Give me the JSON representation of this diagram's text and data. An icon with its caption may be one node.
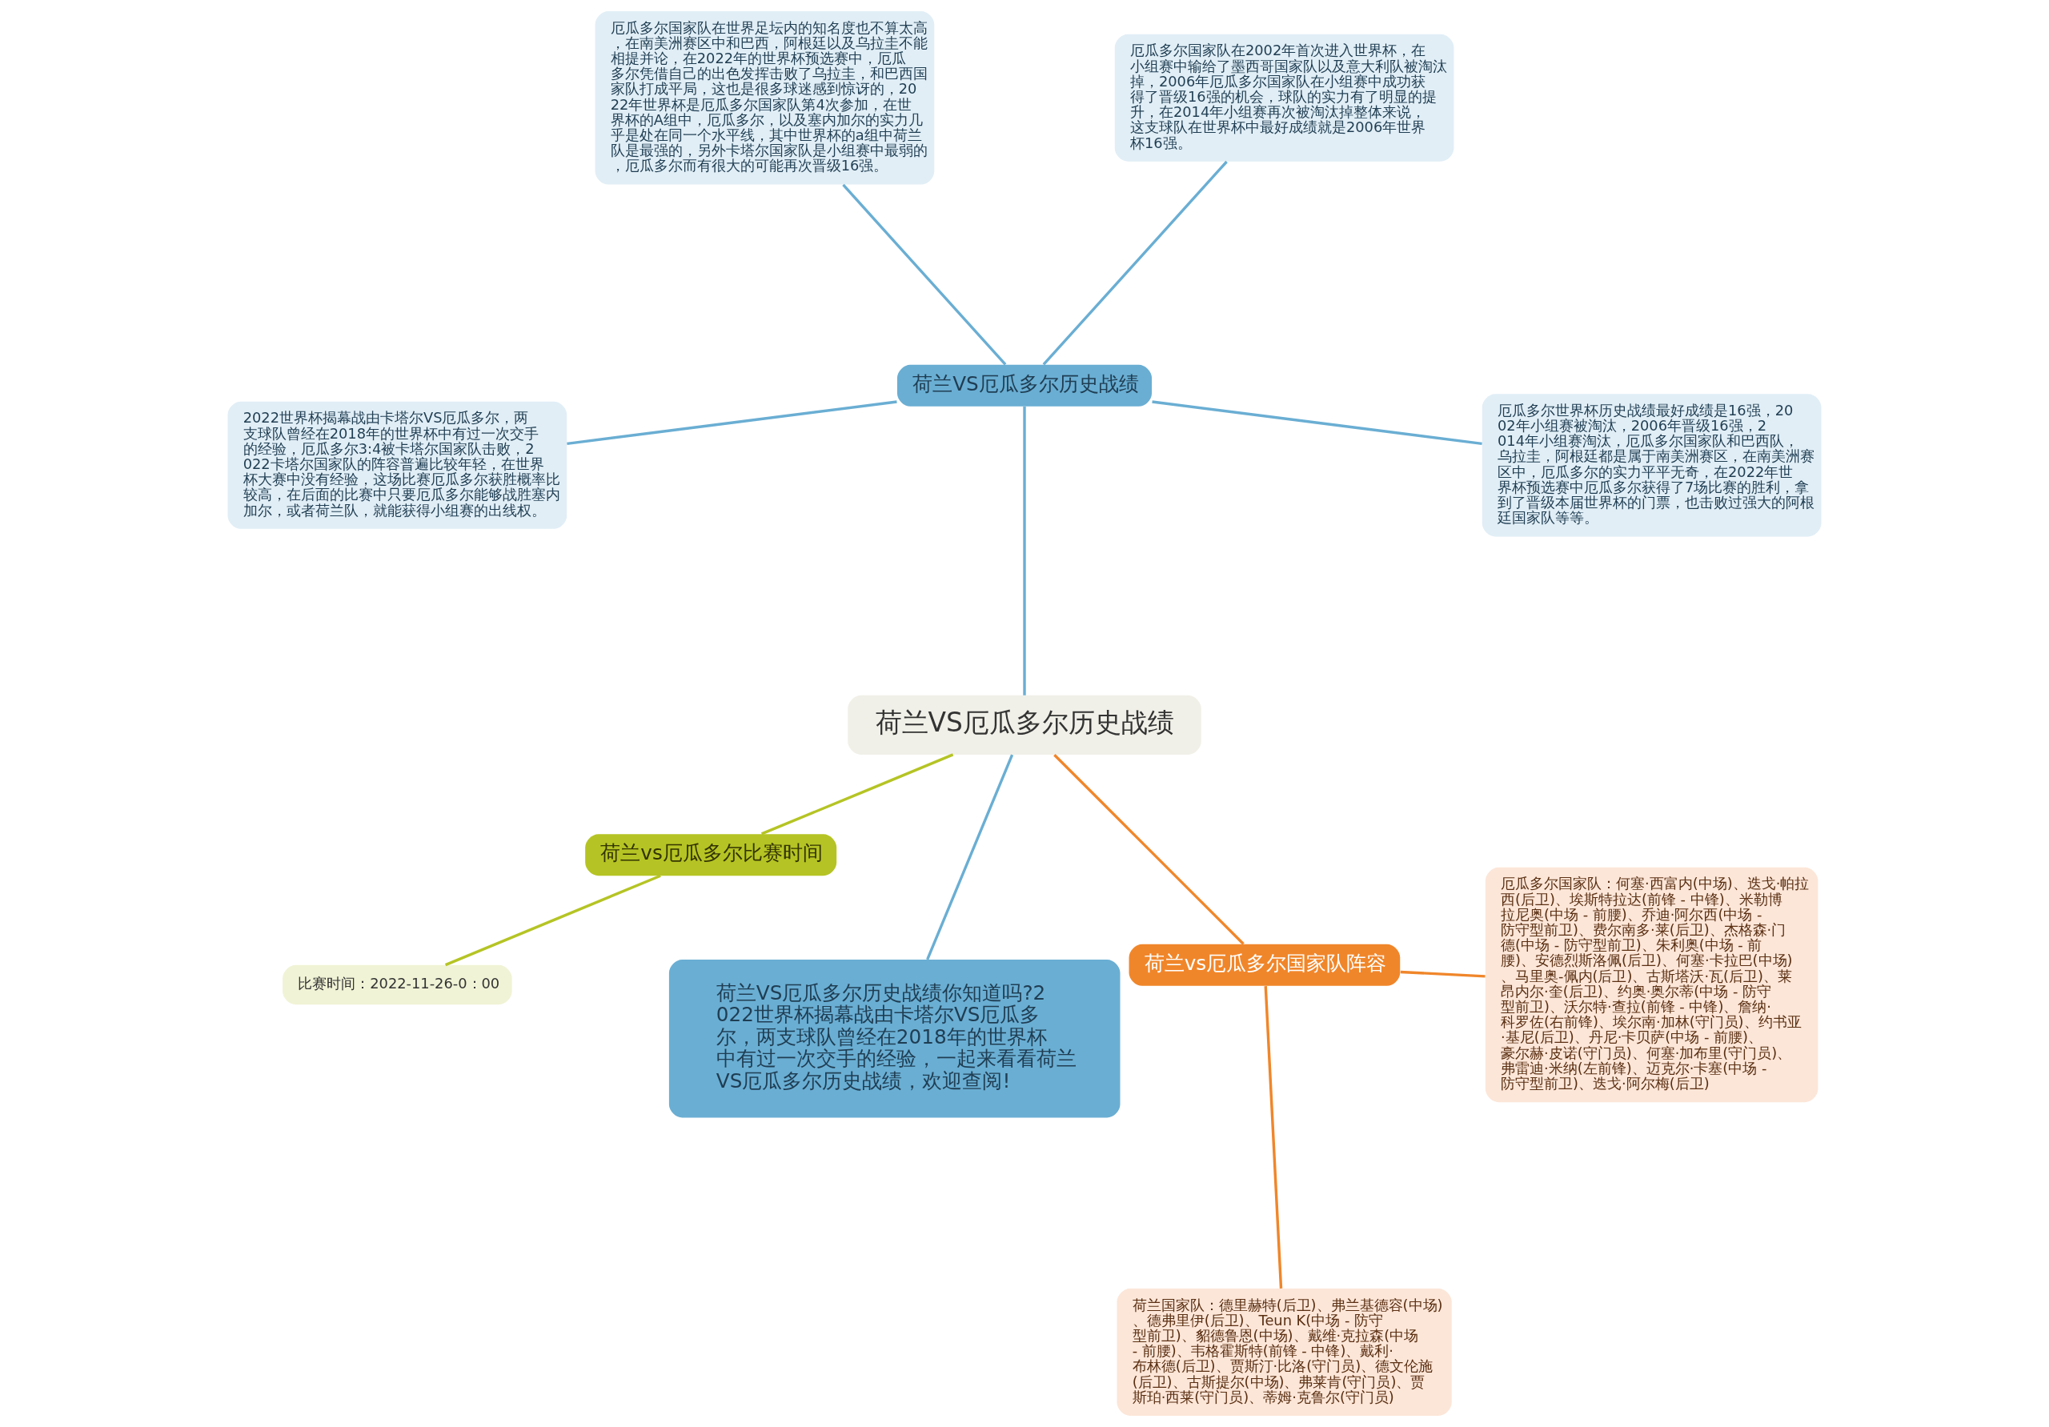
{
  "diagram": {
    "nodes": [
      {
        "text": [
          "荷兰VS厄瓜多尔历史战绩"
        ]
      },
      {
        "text": [
          "荷兰VS厄瓜多尔历史战绩"
        ]
      },
      {
        "text": [
          "厄瓜多尔世界杯历史战绩最好成绩是16强，2002年小组赛被淘汰，2006年晋级16强，2014年小组赛淘汰，厄瓜多尔国家队和巴西队，乌拉圭，阿根廷都是属于南美洲赛区，在南美洲赛区中，厄瓜多尔的实力平平无奇，在2022年世界杯预选赛中厄瓜多尔获得了7场比赛的胜利，拿到了晋级本届世界杯的门票，也击败过强大的阿根廷国家队等等。"
        ]
      },
      {
        "text": [
          "厄瓜多尔国家队在2002年首次进入世界杯，在小组赛中输给了墨西哥国家队以及意大利队被淘汰掉，2006年厄瓜多尔国家队在小组赛中成功获得了晋级16强的机会，球队的实力有了明显的提升，在2014年小组赛再次被淘汰掉整体来说，这支球队在世界杯中最好成绩就是2006年世界杯16强。"
        ]
      },
      {
        "text": [
          "厄瓜多尔国家队在世界足坛内的知名度也不算太高，在南美洲赛区中和巴西，阿根廷以及乌拉圭不能相提并论，在2022年的世界杯预选赛中，厄瓜多尔凭借自己的出色发挥击败了乌拉圭，和巴西国家队打成平局，这也是很多球迷感到惊讶的，2022年世界杯是厄瓜多尔国家队第4次参加，在世界杯的A组中，厄瓜多尔，以及塞内加尔的实力几乎是处在同一个水平线，其中世界杯的a组中荷兰队是最强的，另外卡塔尔国家队是小组赛中最弱的，厄瓜多尔而有很大的可能再次晋级16强。"
        ]
      },
      {
        "text": [
          "2022世界杯揭幕战由卡塔尔VS厄瓜多尔，两支球队曾经在2018年的世界杯中有过一次交手的经验，厄瓜多尔3:4被卡塔尔国家队击败，2022卡塔尔国家队的阵容普遍比较年轻，在世界杯大赛中没有经验，这场比赛厄瓜多尔获胜概率比较高，在后面的比赛中只要厄瓜多尔能够战胜塞内加尔，或者荷兰队，就能获得小组赛的出线权。"
        ]
      },
      {
        "text": [
          "荷兰vs厄瓜多尔比赛时间"
        ]
      },
      {
        "text": [
          "比赛时间：2022-11-26-0：00"
        ]
      },
      {
        "text": [
          "荷兰VS厄瓜多尔历史战绩你知道吗?2022世界杯揭幕战由卡塔尔VS厄瓜多尔，两支球队曾经在2018年的世界杯中有过一次交手的经验，一起来看看荷兰VS厄瓜多尔历史战绩，欢迎查阅!"
        ]
      },
      {
        "text": [
          "荷兰vs厄瓜多尔国家队阵容"
        ]
      },
      {
        "text": [
          "荷兰国家队：德里赫特(后卫)、弗兰基德容(中场)、德弗里伊(后卫)、Teun K(中场 - 防守型前卫)、貂德鲁恩(中场)、戴维·克拉森(中场 - 前腰)、韦格霍斯特(前锋 - 中锋)、戴利·布林德(后卫)、贾斯汀·比洛(守门员)、德文伦施(后卫)、古斯提尔(中场)、弗莱肯(守门员)、贾斯珀·西莱(守门员)、蒂姆·克鲁尔(守门员)"
        ]
      },
      {
        "text": [
          "厄瓜多尔国家队：何塞·西富内(中场)、迭戈·帕拉西(后卫)、埃斯特拉达(前锋 - 中锋)、米勒博拉尼奥(中场 - 前腰)、乔迪·阿尔西(中场 - 防守型前卫)、费尔南多·莱(后卫)、杰格森·门德(中场 - 防守型前卫)、朱利奥(中场 - 前腰)、安德烈斯洛佩(后卫)、何塞·卡拉巴(中场)、马里奥-佩内(后卫)、古斯塔沃·瓦(后卫)、莱昂内尔·奎(后卫)、约奥·奥尔蒂(中场 - 防守型前卫)、沃尔特·查拉(前锋 - 中锋)、詹纳·科罗佐(右前锋)、埃尔南·加林(守门员)、约书亚·基尼(后卫)、丹尼·卡贝萨(中场 - 前腰)、豪尔赫·皮诺(守门员)、何塞·加布里(守门员)、弗雷迪·米纳(左前锋)、迈克尔·卡塞(中场 - 防守型前卫)、迭戈·阿尔梅(后卫)"
        ]
      }
    ],
    "edges": [
      {
        "from": 0,
        "to": 1,
        "arrow": "none"
      },
      {
        "from": 1,
        "to": 2,
        "arrow": "none"
      },
      {
        "from": 1,
        "to": 3,
        "arrow": "none"
      },
      {
        "from": 1,
        "to": 4,
        "arrow": "none"
      },
      {
        "from": 1,
        "to": 5,
        "arrow": "none"
      },
      {
        "from": 0,
        "to": 6,
        "arrow": "none",
        "color": "#b5c424"
      },
      {
        "from": 6,
        "to": 7,
        "arrow": "none",
        "color": "#b5c424"
      },
      {
        "from": 0,
        "to": 8,
        "arrow": "none"
      },
      {
        "from": 0,
        "to": 9,
        "arrow": "none",
        "color": "#f0862a"
      },
      {
        "from": 9,
        "to": 10,
        "arrow": "none",
        "color": "#f0862a"
      },
      {
        "from": 9,
        "to": 11,
        "arrow": "none",
        "color": "#f0862a"
      }
    ]
  }
}
